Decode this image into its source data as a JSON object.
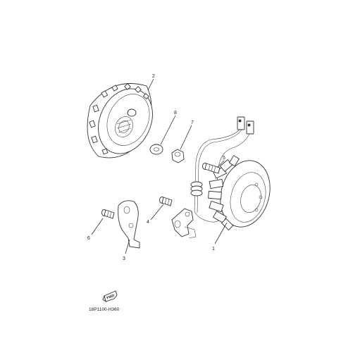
{
  "diagram_code": "18P1100-H360",
  "direction_badge": "FWD",
  "parts": [
    {
      "id": "flywheel-rotor",
      "number": "2"
    },
    {
      "id": "washer",
      "number": "8"
    },
    {
      "id": "nut",
      "number": "7"
    },
    {
      "id": "stator-bolt",
      "number": "5"
    },
    {
      "id": "stator-assembly",
      "number": "1"
    },
    {
      "id": "bracket-bolt",
      "number": "4"
    },
    {
      "id": "plate-bolt",
      "number": "6"
    },
    {
      "id": "plate",
      "number": "3"
    }
  ]
}
